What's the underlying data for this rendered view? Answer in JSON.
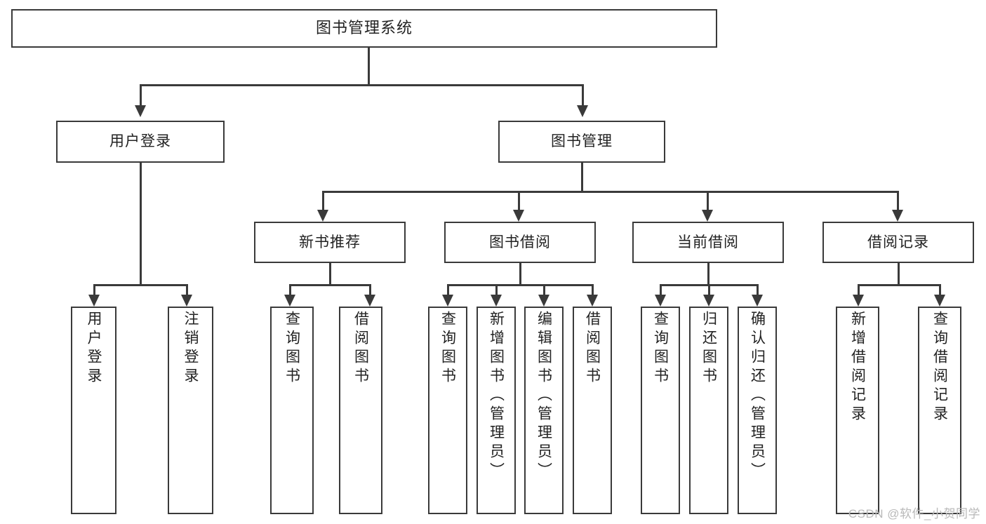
{
  "diagram": {
    "title": "图书管理系统",
    "type": "hierarchy-tree",
    "root": {
      "label": "图书管理系统"
    },
    "level2": [
      {
        "label": "用户登录"
      },
      {
        "label": "图书管理"
      }
    ],
    "level3": [
      {
        "label": "新书推荐"
      },
      {
        "label": "图书借阅"
      },
      {
        "label": "当前借阅"
      },
      {
        "label": "借阅记录"
      }
    ],
    "leaves": {
      "user_login": [
        {
          "label": "用户登录"
        },
        {
          "label": "注销登录"
        }
      ],
      "new_book_recommend": [
        {
          "label": "查询图书"
        },
        {
          "label": "借阅图书"
        }
      ],
      "book_borrow": [
        {
          "label": "查询图书"
        },
        {
          "label": "新增图书（管理员）"
        },
        {
          "label": "编辑图书（管理员）"
        },
        {
          "label": "借阅图书"
        }
      ],
      "current_borrow": [
        {
          "label": "查询图书"
        },
        {
          "label": "归还图书"
        },
        {
          "label": "确认归还（管理员）"
        }
      ],
      "borrow_record": [
        {
          "label": "新增借阅记录"
        },
        {
          "label": "查询借阅记录"
        }
      ]
    }
  },
  "watermark": {
    "text": "CSDN @软件_小贺同学"
  },
  "colors": {
    "stroke": "#3a3a3a",
    "background": "#ffffff",
    "text": "#222222",
    "watermark": "#b9b9b9"
  }
}
